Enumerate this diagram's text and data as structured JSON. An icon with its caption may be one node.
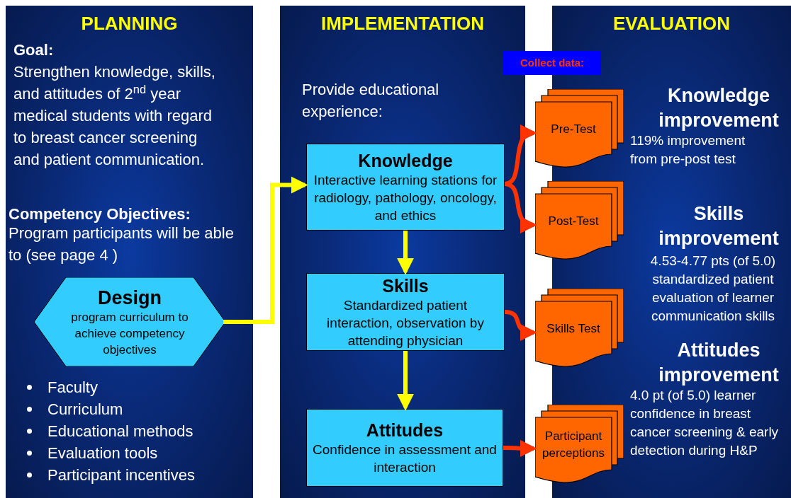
{
  "diagram": {
    "nodes": [
      {
        "text": [
          "PLANNING",
          "Goal:",
          "Strengthen knowledge, skills, and attitudes of 2$^{nd}$ year medical students with regard to breast cancer screening and patient communication.",
          "Competency Objectives:",
          "Program participants will be able to (see page 4 )"
        ]
      },
      {
        "text": [
          "Design",
          "program curriculum to achieve competency objectives"
        ],
        "in": 0
      },
      {
        "text": [
          "IMPLEMENTATION",
          "Provide educational experience:"
        ]
      },
      {
        "text": [
          "Knowledge",
          "Interactive learning stations for radiology, pathology, oncology, and ethics"
        ],
        "in": 2
      },
      {
        "text": [
          "Skills",
          "Standardized patient interaction, observation by attending physician"
        ],
        "in": 2
      },
      {
        "text": [
          "Attitudes",
          "Confidence in assessment and interaction"
        ],
        "in": 2
      },
      {
        "text": [
          "EVALUATION",
          "Knowledge improvement",
          "119% improvement from pre-post test",
          "Skills improvement",
          "4.53-4.77 pts (of 5.0) standardized patient evaluation of learner communication skills",
          "Attitudes improvement",
          "4.0 pt (of 5.0) learner confidence in breast cancer screening & early detection during H&P"
        ]
      },
      {
        "text": [
          "Collect data:"
        ]
      },
      {
        "text": [
          "Pre-Test"
        ]
      },
      {
        "text": [
          "Post-Test"
        ]
      },
      {
        "text": [
          "Skills Test"
        ]
      },
      {
        "text": [
          "Participant perceptions"
        ]
      }
    ],
    "edges": [
      {
        "from": 1,
        "to": 3,
        "arrow": "to",
        "color": "#ffff00"
      },
      {
        "from": 3,
        "to": 4,
        "arrow": "to",
        "color": "#ffff00"
      },
      {
        "from": 4,
        "to": 5,
        "arrow": "to",
        "color": "#ffff00"
      },
      {
        "from": 3,
        "to": 8,
        "arrow": "to"
      },
      {
        "from": 3,
        "to": 9,
        "arrow": "to"
      },
      {
        "from": 4,
        "to": 10,
        "arrow": "to"
      },
      {
        "from": 5,
        "to": 11,
        "arrow": "to"
      }
    ],
    "labels": [
      "Faculty",
      "Curriculum",
      "Educational methods",
      "Evaluation tools",
      "Participant incentives"
    ]
  }
}
